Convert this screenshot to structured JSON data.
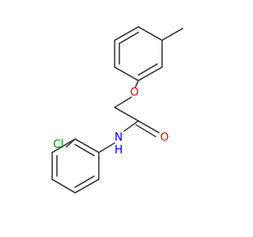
{
  "molecule": {
    "atoms": [
      {
        "id": "O_ether",
        "label": "O",
        "color": "#ff0000"
      },
      {
        "id": "O_carbonyl",
        "label": "O",
        "color": "#ff0000"
      },
      {
        "id": "N_amide",
        "label": "N",
        "color": "#0000ff"
      },
      {
        "id": "H_amide",
        "label": "H",
        "color": "#0000ff"
      },
      {
        "id": "Cl",
        "label": "Cl",
        "color": "#00a000"
      }
    ],
    "bond_color": "#3a3a3a"
  }
}
